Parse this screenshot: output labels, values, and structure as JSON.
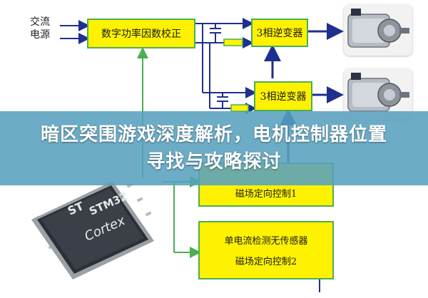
{
  "source": {
    "line1": "交流",
    "line2": "电源"
  },
  "blocks": {
    "pfc": "数字功率因数校正",
    "inverter1": "3相逆变器",
    "inverter2": "3相逆变器",
    "control1": {
      "line1": "磁场定向控制1"
    },
    "control2": {
      "line1": "单电流检测无传感器",
      "line2": "磁场定向控制2"
    }
  },
  "chip": {
    "brand": "ST",
    "model": "STM32",
    "core": "Cortex"
  },
  "banner": {
    "title": "暗区突围游戏深度解析，电机控制器位置寻找与攻略探讨"
  },
  "colors": {
    "block_fill": "#fff200",
    "block_border": "#4caf50",
    "line": "#4caf50",
    "arrow": "#1f2f8f",
    "banner": "#58a0be"
  },
  "icons": [
    "motor-icon",
    "stm32-chip-icon",
    "capacitor-icon",
    "resistor-icon",
    "arrow-icon"
  ]
}
